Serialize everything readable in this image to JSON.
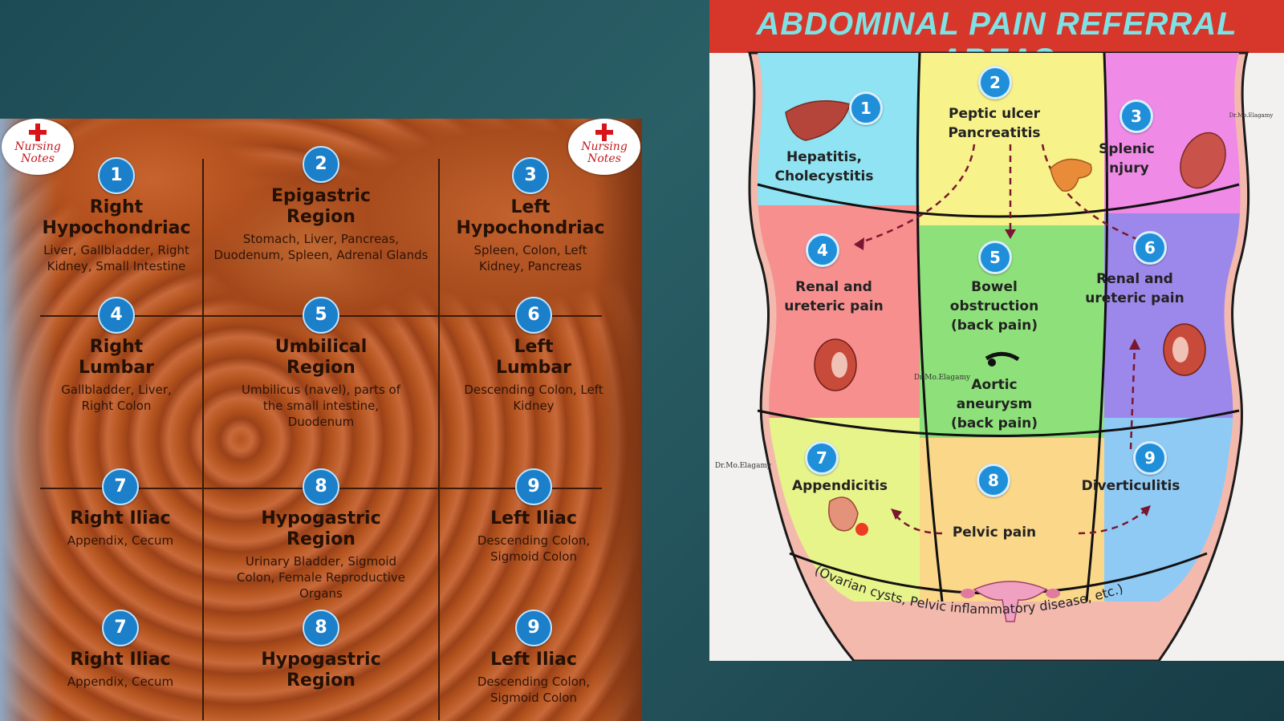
{
  "left_panel": {
    "logo_text": "Nursing Notes",
    "regions": [
      {
        "num": "1",
        "title": "Right Hypochondriac",
        "organs": "Liver, Gallbladder, Right Kidney, Small Intestine"
      },
      {
        "num": "2",
        "title": "Epigastric Region",
        "organs": "Stomach, Liver, Pancreas, Duodenum, Spleen, Adrenal Glands"
      },
      {
        "num": "3",
        "title": "Left Hypochondriac",
        "organs": "Spleen, Colon, Left Kidney, Pancreas"
      },
      {
        "num": "4",
        "title": "Right Lumbar",
        "organs": "Gallbladder, Liver, Right Colon"
      },
      {
        "num": "5",
        "title": "Umbilical Region",
        "organs": "Umbilicus (navel), parts of the small intestine, Duodenum"
      },
      {
        "num": "6",
        "title": "Left Lumbar",
        "organs": "Descending Colon, Left Kidney"
      },
      {
        "num": "7",
        "title": "Right Iliac",
        "organs": "Appendix, Cecum"
      },
      {
        "num": "8",
        "title": "Hypogastric Region",
        "organs": "Urinary Bladder, Sigmoid Colon, Female Reproductive Organs"
      },
      {
        "num": "9",
        "title": "Left Iliac",
        "organs": "Descending Colon, Sigmoid Colon"
      },
      {
        "num": "7",
        "title": "Right Iliac",
        "organs": "Appendix, Cecum"
      },
      {
        "num": "8",
        "title": "Hypogastric Region",
        "organs": ""
      },
      {
        "num": "9",
        "title": "Left Iliac",
        "organs": "Descending Colon, Sigmoid Colon"
      }
    ]
  },
  "right_panel": {
    "title": "ABDOMINAL PAIN REFERRAL AREAS",
    "colors": {
      "q1": "#8fe3f2",
      "q2": "#f7f28a",
      "q3": "#ef8ae6",
      "q4": "#f78f8f",
      "q5": "#8ee07a",
      "q6": "#9c88ea",
      "q7": "#e6f48a",
      "q8": "#fbd78a",
      "q9": "#8fcaf5",
      "body": "#f4b9ad",
      "header": "#d7362a",
      "title": "#7ee2e4"
    },
    "regions": [
      {
        "num": "1",
        "label": "Hepatitis, Cholecystitis"
      },
      {
        "num": "2",
        "label": "Peptic ulcer Pancreatitis"
      },
      {
        "num": "3",
        "label": "Splenic injury"
      },
      {
        "num": "4",
        "label": "Renal and ureteric pain"
      },
      {
        "num": "5",
        "label": "Bowel obstruction (back pain)"
      },
      {
        "num": "6",
        "label": "Renal and ureteric pain"
      },
      {
        "num": "7",
        "label": "Appendicitis"
      },
      {
        "num": "8",
        "label": "Pelvic pain"
      },
      {
        "num": "9",
        "label": "Diverticulitis"
      }
    ],
    "aortic_label": "Aortic aneurysm (back pain)",
    "curved_note": "(Ovarian cysts, Pelvic inflammatory disease, etc.)",
    "watermark": "Dr.Mo.Elagamy"
  }
}
